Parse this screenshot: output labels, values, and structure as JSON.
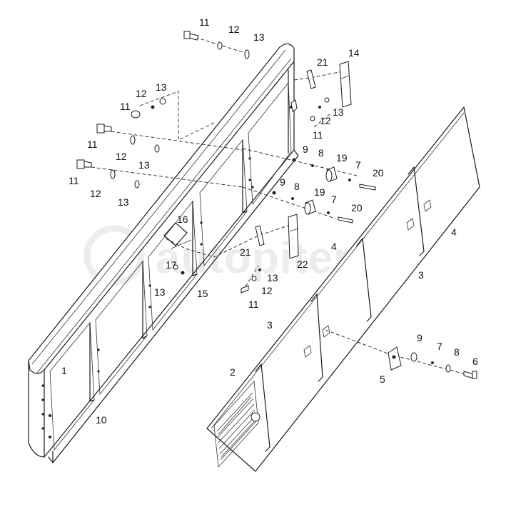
{
  "watermark": {
    "text": "autopiter.ru"
  },
  "callouts": [
    {
      "id": "c11a",
      "text": "11"
    },
    {
      "id": "c12a",
      "text": "12"
    },
    {
      "id": "c13a",
      "text": "13"
    },
    {
      "id": "c21a",
      "text": "21"
    },
    {
      "id": "c14",
      "text": "14"
    },
    {
      "id": "c13b",
      "text": "13"
    },
    {
      "id": "c12b",
      "text": "12"
    },
    {
      "id": "c11b",
      "text": "11"
    },
    {
      "id": "c13c",
      "text": "13"
    },
    {
      "id": "c12c",
      "text": "12"
    },
    {
      "id": "c11c",
      "text": "11"
    },
    {
      "id": "c11d",
      "text": "11"
    },
    {
      "id": "c12d",
      "text": "12"
    },
    {
      "id": "c13d",
      "text": "13"
    },
    {
      "id": "c11e",
      "text": "11"
    },
    {
      "id": "c12e",
      "text": "12"
    },
    {
      "id": "c13e",
      "text": "13"
    },
    {
      "id": "c9a",
      "text": "9"
    },
    {
      "id": "c8a",
      "text": "8"
    },
    {
      "id": "c19a",
      "text": "19"
    },
    {
      "id": "c7a",
      "text": "7"
    },
    {
      "id": "c20a",
      "text": "20"
    },
    {
      "id": "c9b",
      "text": "9"
    },
    {
      "id": "c8b",
      "text": "8"
    },
    {
      "id": "c19b",
      "text": "19"
    },
    {
      "id": "c7b",
      "text": "7"
    },
    {
      "id": "c20b",
      "text": "20"
    },
    {
      "id": "c16",
      "text": "16"
    },
    {
      "id": "c4a",
      "text": "4"
    },
    {
      "id": "c4b",
      "text": "4"
    },
    {
      "id": "c21b",
      "text": "21"
    },
    {
      "id": "c22",
      "text": "22"
    },
    {
      "id": "c3a",
      "text": "3"
    },
    {
      "id": "c17",
      "text": "17"
    },
    {
      "id": "c13f",
      "text": "13"
    },
    {
      "id": "c13g",
      "text": "13"
    },
    {
      "id": "c15",
      "text": "15"
    },
    {
      "id": "c12f",
      "text": "12"
    },
    {
      "id": "c11f",
      "text": "11"
    },
    {
      "id": "c3b",
      "text": "3"
    },
    {
      "id": "c9c",
      "text": "9"
    },
    {
      "id": "c7c",
      "text": "7"
    },
    {
      "id": "c8c",
      "text": "8"
    },
    {
      "id": "c6",
      "text": "6"
    },
    {
      "id": "c5",
      "text": "5"
    },
    {
      "id": "c1",
      "text": "1"
    },
    {
      "id": "c2",
      "text": "2"
    },
    {
      "id": "c10",
      "text": "10"
    }
  ]
}
